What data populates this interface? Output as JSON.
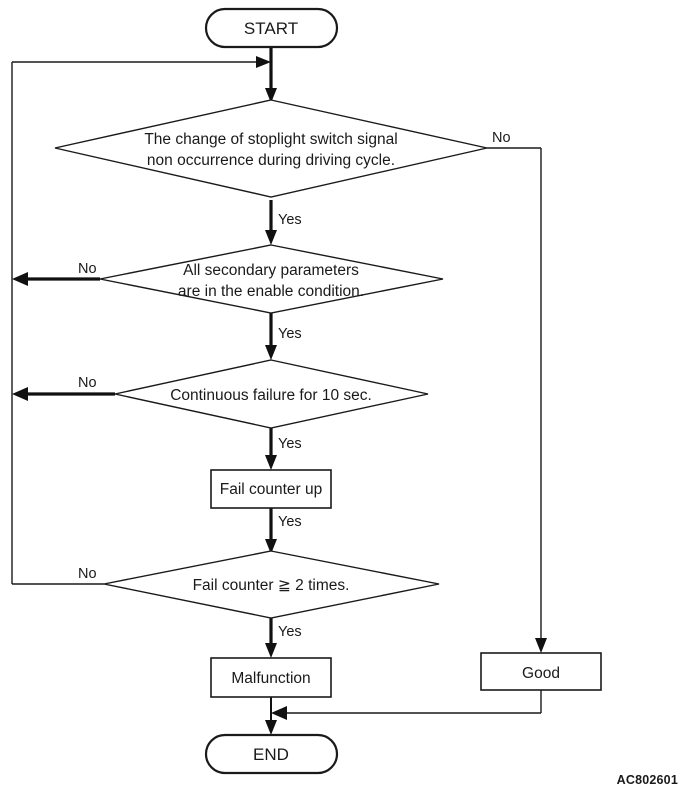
{
  "diagram": {
    "title_code": "AC802601",
    "nodes": {
      "start": {
        "label": "START",
        "type": "terminator"
      },
      "decision_1": {
        "line1": "The change of stoplight switch signal",
        "line2": "non occurrence during driving cycle.",
        "type": "decision"
      },
      "decision_2": {
        "line1": "All secondary parameters",
        "line2": "are in the enable condition.",
        "type": "decision"
      },
      "decision_3": {
        "line1": "Continuous failure for 10 sec.",
        "line2": "",
        "type": "decision"
      },
      "process_1": {
        "label": "Fail counter up",
        "type": "process"
      },
      "decision_4": {
        "line1": "Fail counter ≧ 2 times.",
        "line2": "",
        "type": "decision"
      },
      "result_malfunction": {
        "label": "Malfunction",
        "type": "process"
      },
      "result_good": {
        "label": "Good",
        "type": "process"
      },
      "end": {
        "label": "END",
        "type": "terminator"
      }
    },
    "edge_labels": {
      "d1_no": "No",
      "d1_yes": "Yes",
      "d2_no": "No",
      "d2_yes": "Yes",
      "d3_no": "No",
      "d3_yes": "Yes",
      "p1_yes": "Yes",
      "d4_no": "No",
      "d4_yes": "Yes"
    },
    "colors": {
      "stroke": "#1a1a1a",
      "background": "#ffffff",
      "text": "#1a1a1a"
    }
  }
}
